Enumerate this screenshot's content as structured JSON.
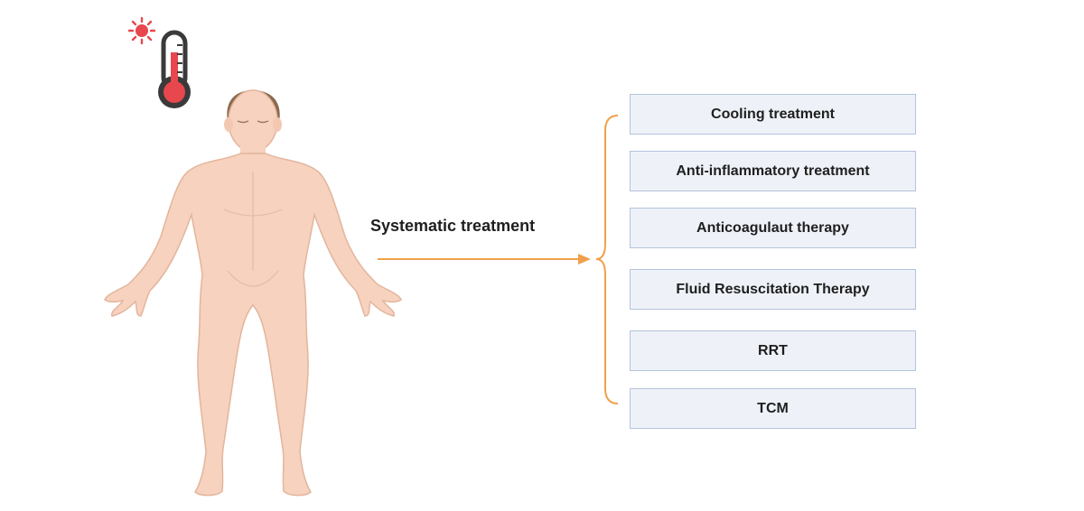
{
  "diagram": {
    "central_label": "Systematic treatment",
    "treatments": [
      "Cooling treatment",
      "Anti-inflammatory treatment",
      "Anticoagulaut therapy",
      "Fluid Resuscitation Therapy",
      "RRT",
      "TCM"
    ]
  },
  "colors": {
    "arrow": "#f0a04a",
    "box_fill": "#eef2f8",
    "box_border": "#b4c3dc",
    "skin": "#f6d2bf",
    "skin_outline": "#e3b59c",
    "hair": "#8a6a4f",
    "thermometer_red": "#e8474e",
    "thermometer_frame": "#3a3a3a",
    "sun": "#e8474e"
  },
  "icons": [
    "sun-icon",
    "thermometer-icon",
    "human-body-icon"
  ]
}
